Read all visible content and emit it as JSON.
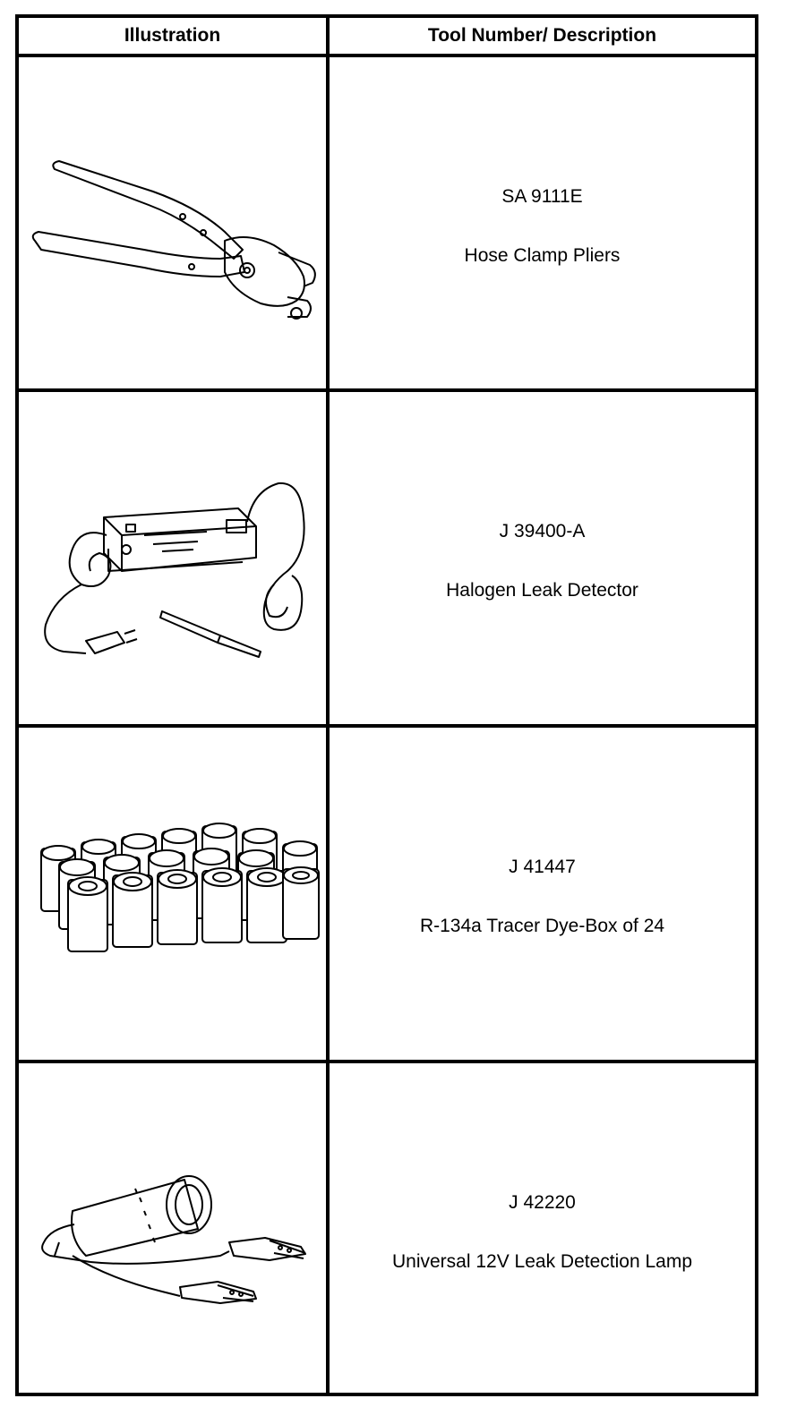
{
  "headers": {
    "illustration": "Illustration",
    "tool": "Tool Number/ Description"
  },
  "tools": [
    {
      "number": "SA 9111E",
      "description": "Hose Clamp Pliers",
      "icon": "hose-clamp-pliers-icon"
    },
    {
      "number": "J 39400-A",
      "description": "Halogen Leak Detector",
      "icon": "halogen-leak-detector-icon"
    },
    {
      "number": "J 41447",
      "description": "R-134a Tracer Dye-Box of 24",
      "icon": "tracer-dye-bottles-icon"
    },
    {
      "number": "J 42220",
      "description": "Universal 12V Leak Detection Lamp",
      "icon": "leak-detection-lamp-icon"
    }
  ]
}
